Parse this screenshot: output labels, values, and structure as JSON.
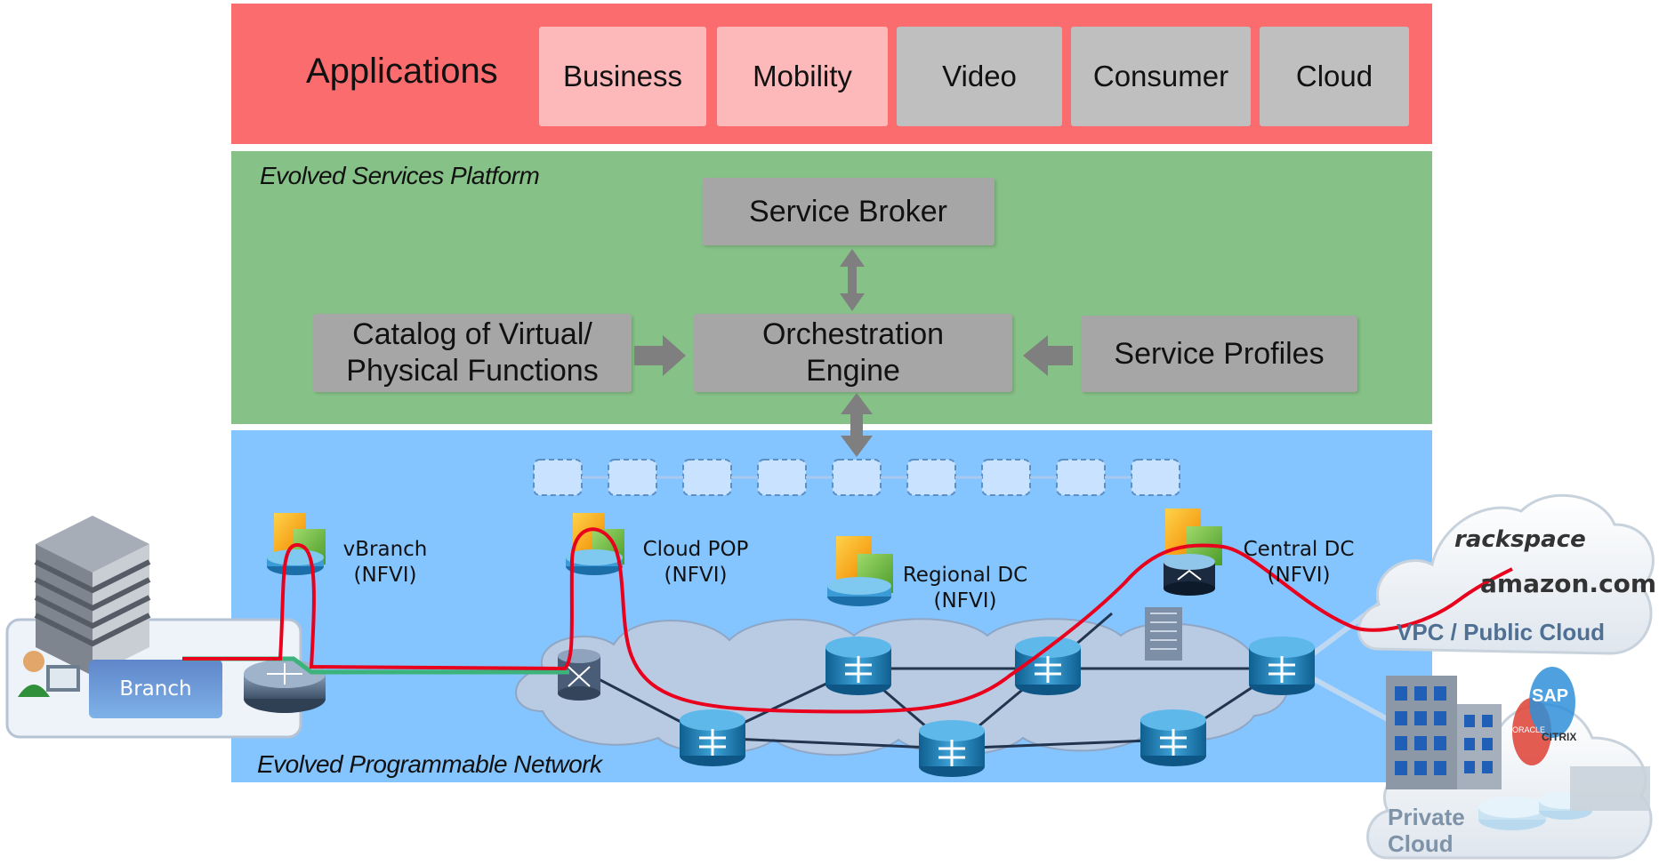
{
  "applications": {
    "title": "Applications",
    "tiles": [
      {
        "label": "Business",
        "style": "pink"
      },
      {
        "label": "Mobility",
        "style": "pink"
      },
      {
        "label": "Video",
        "style": "grey"
      },
      {
        "label": "Consumer",
        "style": "grey"
      },
      {
        "label": "Cloud",
        "style": "grey"
      }
    ]
  },
  "services_platform": {
    "label": "Evolved Services Platform",
    "service_broker": "Service Broker",
    "catalog": "Catalog  of Virtual/\nPhysical Functions",
    "orchestration": "Orchestration\nEngine",
    "service_profiles": "Service Profiles"
  },
  "network": {
    "label": "Evolved Programmable Network",
    "nodes": [
      {
        "name": "vBranch",
        "sub": "(NFVI)"
      },
      {
        "name": "Cloud POP",
        "sub": "(NFVI)"
      },
      {
        "name": "Regional DC",
        "sub": "(NFVI)"
      },
      {
        "name": "Central DC",
        "sub": "(NFVI)"
      }
    ],
    "branch_label": "Branch"
  },
  "clouds": {
    "public_logos": [
      "rackspace",
      "amazon.com"
    ],
    "public_label": "VPC / Public Cloud",
    "private_logos": [
      "SAP",
      "CITRIX",
      "ORACLE"
    ],
    "private_label": "Private\nCloud"
  },
  "colors": {
    "applications": "#fb6c6e",
    "services_platform": "#86c287",
    "network": "#84c4ff",
    "path_red": "#e8001c",
    "path_green": "#3cb37a"
  }
}
